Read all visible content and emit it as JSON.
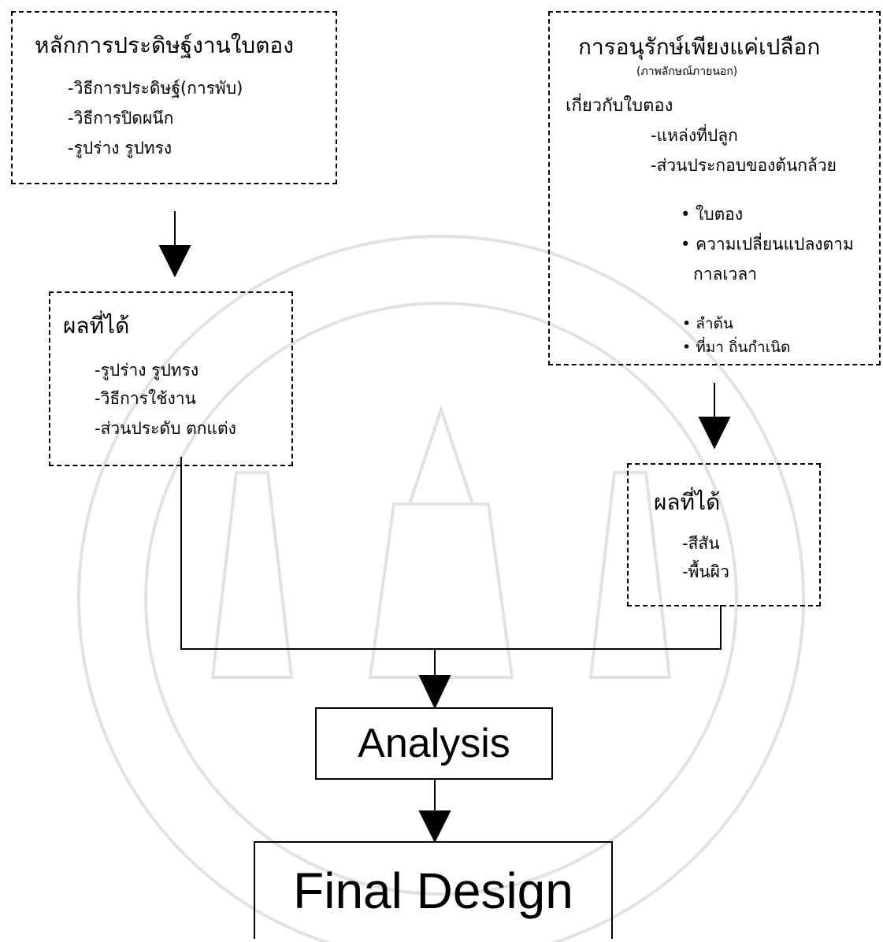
{
  "left_box": {
    "title": "หลักการประดิษฐ์งานใบตอง",
    "items": [
      "-วิธีการประดิษฐ์(การพับ)",
      "-วิธีการปิดผนึก",
      "-รูปร่าง รูปทรง"
    ]
  },
  "left_result": {
    "title": "ผลที่ได้",
    "items": [
      "-รูปร่าง รูปทรง",
      "-วิธีการใช้งาน",
      "-ส่วนประดับ ตกแต่ง"
    ]
  },
  "right_box": {
    "title": "การอนุรักษ์เพียงแค่เปลือก",
    "subtitle": "(ภาพลักษณ์ภายนอก)",
    "heading": "เกี่ยวกับใบตอง",
    "items": [
      "-แหล่งที่ปลูก",
      "-ส่วนประกอบของต้นกล้วย"
    ],
    "bullets": [
      "ใบตอง",
      "ความเปลี่ยนแปลงตาม",
      "กาลเวลา",
      "ลำต้น",
      "ที่มา ถิ่นกำเนิด"
    ]
  },
  "right_result": {
    "title": "ผลที่ได้",
    "items": [
      "-สีสัน",
      "-พื้นผิว"
    ]
  },
  "analysis": {
    "label": "Analysis"
  },
  "final": {
    "label": "Final Design"
  }
}
